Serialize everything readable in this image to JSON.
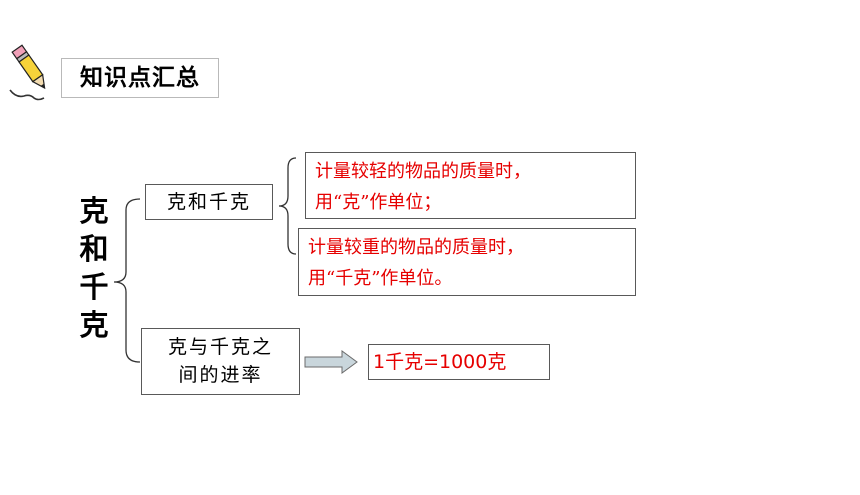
{
  "header": {
    "title": "知识点汇总",
    "icon": "pencil-icon"
  },
  "topic": {
    "chars": [
      "克",
      "和",
      "千",
      "克"
    ]
  },
  "branches": {
    "kg": {
      "label": "克和千克",
      "rules": [
        {
          "line1": "计量较轻的物品的质量时，",
          "line2": "用“克”作单位；"
        },
        {
          "line1": "计量较重的物品的质量时，",
          "line2": "用“千克”作单位。"
        }
      ]
    },
    "rate": {
      "line1": "克与千克之",
      "line2": "间的进率",
      "result": "1千克=1000克"
    }
  },
  "colors": {
    "accent_red": "#e60000",
    "border": "#595959",
    "arrow_fill": "#c9d6dc"
  }
}
